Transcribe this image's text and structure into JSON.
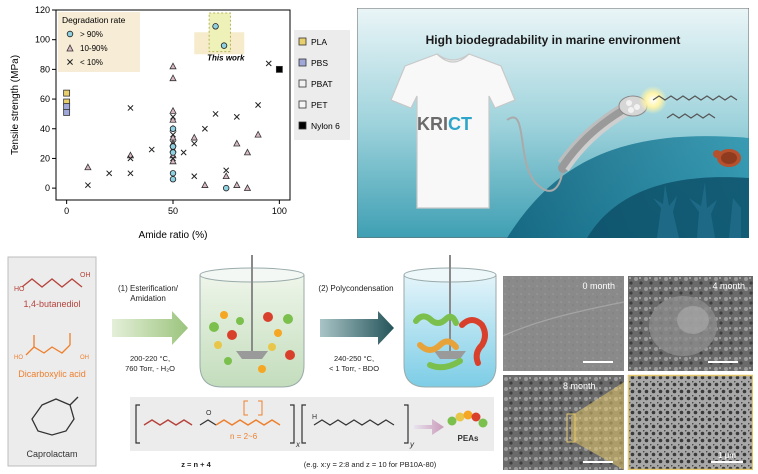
{
  "chart_data": {
    "type": "scatter",
    "title": "",
    "xlabel": "Amide ratio (%)",
    "ylabel": "Tensile strength (MPa)",
    "xlim": [
      -5,
      105
    ],
    "ylim": [
      -8,
      120
    ],
    "xticks": [
      0,
      50,
      100
    ],
    "yticks": [
      0,
      20,
      40,
      60,
      80,
      100,
      120
    ],
    "grid": false,
    "legend_placement": "top-left",
    "legend_title": "Degradation rate",
    "markers": [
      {
        "symbol": "circle",
        "label": "> 90%"
      },
      {
        "symbol": "triangle",
        "label": "10-90%"
      },
      {
        "symbol": "cross",
        "label": "< 10%"
      }
    ],
    "materials": [
      {
        "name": "PLA",
        "color": "#e8cf6e"
      },
      {
        "name": "PBS",
        "color": "#9fa8d8"
      },
      {
        "name": "PBAT",
        "color": "#f2f2f2"
      },
      {
        "name": "PET",
        "color": "#f5f5f5"
      },
      {
        "name": "Nylon 6",
        "color": "#000000"
      }
    ],
    "this_work_label": "This work",
    "this_work_points": [
      [
        70,
        109
      ],
      [
        74,
        96
      ]
    ],
    "points_circle": [
      [
        50,
        40
      ],
      [
        50,
        28
      ],
      [
        50,
        24
      ],
      [
        50,
        10
      ],
      [
        50,
        6
      ],
      [
        75,
        0
      ]
    ],
    "points_triangle": [
      [
        10,
        14
      ],
      [
        30,
        22
      ],
      [
        50,
        82
      ],
      [
        50,
        74
      ],
      [
        50,
        52
      ],
      [
        50,
        46
      ],
      [
        50,
        40
      ],
      [
        50,
        34
      ],
      [
        50,
        30
      ],
      [
        50,
        26
      ],
      [
        50,
        22
      ],
      [
        50,
        18
      ],
      [
        60,
        34
      ],
      [
        65,
        2
      ],
      [
        75,
        8
      ],
      [
        80,
        30
      ],
      [
        80,
        2
      ],
      [
        85,
        24
      ],
      [
        85,
        0
      ],
      [
        90,
        36
      ]
    ],
    "points_cross": [
      [
        10,
        2
      ],
      [
        20,
        10
      ],
      [
        30,
        54
      ],
      [
        30,
        20
      ],
      [
        30,
        10
      ],
      [
        40,
        26
      ],
      [
        50,
        48
      ],
      [
        50,
        36
      ],
      [
        50,
        30
      ],
      [
        50,
        20
      ],
      [
        55,
        24
      ],
      [
        60,
        30
      ],
      [
        60,
        8
      ],
      [
        65,
        40
      ],
      [
        70,
        50
      ],
      [
        75,
        12
      ],
      [
        80,
        48
      ],
      [
        90,
        56
      ],
      [
        95,
        84
      ]
    ],
    "material_points": [
      {
        "material": "PLA",
        "x": 0,
        "y": 64
      },
      {
        "material": "PLA",
        "x": 0,
        "y": 58
      },
      {
        "material": "PBS",
        "x": 0,
        "y": 55
      },
      {
        "material": "PBS",
        "x": 0,
        "y": 51
      },
      {
        "material": "Nylon 6",
        "x": 100,
        "y": 80
      }
    ]
  },
  "illustration": {
    "title": "High biodegradability in marine environment",
    "brand_left": "KRI",
    "brand_right": "CT"
  },
  "synthesis": {
    "monomers": [
      "1,4-butanediol",
      "Dicarboxylic acid",
      "Caprolactam"
    ],
    "step1_label_line1": "(1) Esterification/",
    "step1_label_line2": "Amidation",
    "step1_cond_line1": "200-220 °C,",
    "step1_cond_line2": "760 Torr, - H₂O",
    "step2_label": "(2) Polycondensation",
    "step2_cond_line1": "240-250 °C,",
    "step2_cond_line2": "< 1 Torr, - BDO",
    "formula_n": "n = 2~6",
    "formula_x": "x",
    "formula_y": "y",
    "formula_h": "H",
    "formula_o": "O",
    "product": "PEAs",
    "z_relation": "z = n + 4",
    "example": "(e.g. x:y = 2:8 and z = 10 for PB10A-80)"
  },
  "sem": {
    "labels": [
      "0 month",
      "4 month",
      "8 month"
    ],
    "scalebar": "1 μm"
  },
  "colors": {
    "monomer_red": "#b5443c",
    "monomer_orange": "#ee7f2d",
    "arrow_green": "#a8d08d",
    "arrow_teal": "#2b5f63",
    "zoom_yellow": "#e3c66a"
  }
}
